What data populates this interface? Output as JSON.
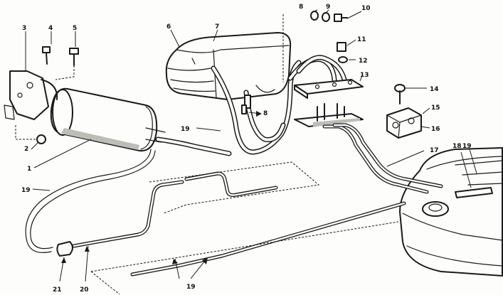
{
  "callouts": {
    "c1": "1",
    "c2": "2",
    "c3": "3",
    "c4": "4",
    "c5": "5",
    "c6": "6",
    "c7": "7",
    "c8a": "8",
    "c8b": "8",
    "c9": "9",
    "c10": "10",
    "c11": "11",
    "c12": "12",
    "c13": "13",
    "c14": "14",
    "c15": "15",
    "c16": "16",
    "c17": "17",
    "c18": "18",
    "c19a": "19",
    "c19b": "19",
    "c19c": "19",
    "c19d": "19",
    "c20": "20",
    "c21": "21"
  }
}
